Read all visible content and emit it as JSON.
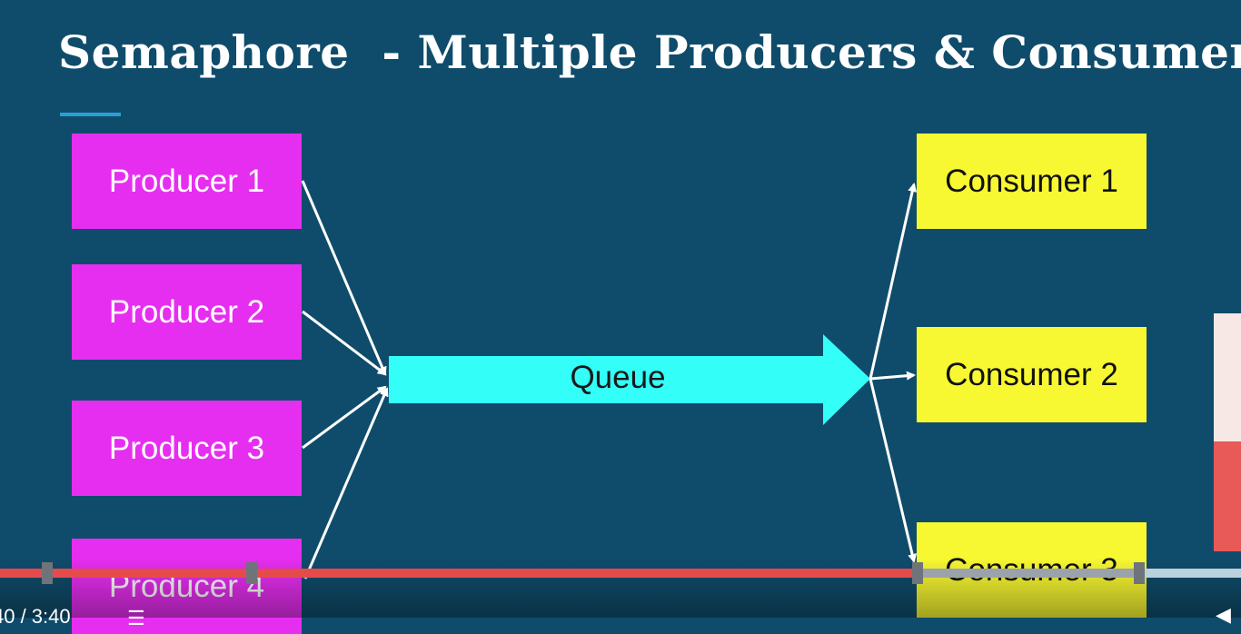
{
  "slide": {
    "title": "Semaphore  - Multiple Producers & Consumers",
    "producers": [
      "Producer 1",
      "Producer 2",
      "Producer 3",
      "Producer 4"
    ],
    "consumers": [
      "Consumer 1",
      "Consumer 2",
      "Consumer 3"
    ],
    "queue_label": "Queue",
    "colors": {
      "background": "#0f4c6b",
      "producer": "#e62ef0",
      "consumer": "#f8f832",
      "queue": "#33fef8",
      "accent": "#2a9fd6"
    }
  },
  "player": {
    "time": "40 / 3:40",
    "progress_fraction": 0.739,
    "buffered_fraction": 0.918,
    "colors": {
      "played": "#e54b4b",
      "buffered": "#9aa3ab"
    },
    "icons": {
      "chapters": "chapters-icon",
      "volume": "volume-icon"
    }
  }
}
